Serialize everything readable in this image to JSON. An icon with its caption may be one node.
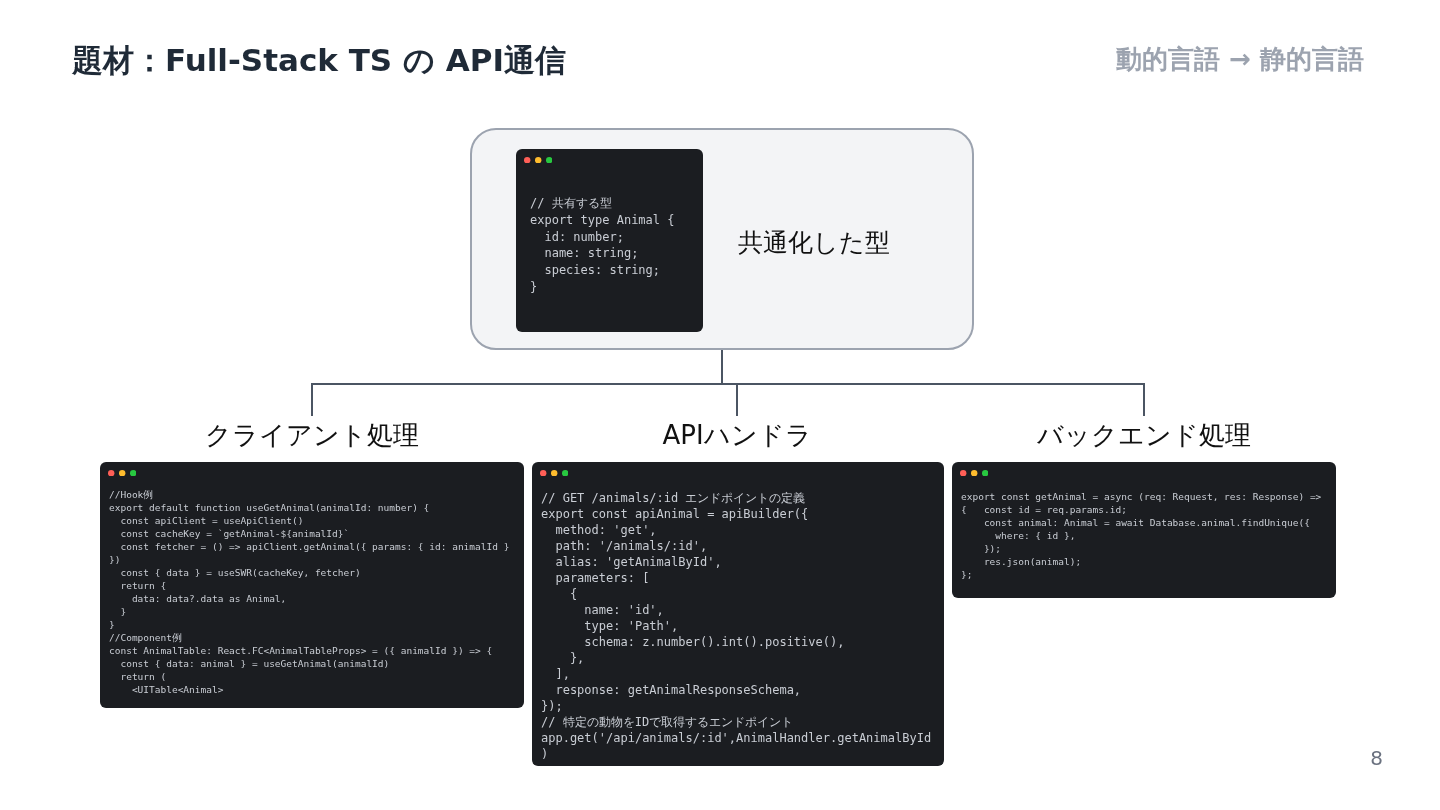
{
  "diagram": {
    "title": "題材：Full-Stack TS の API通信",
    "nodes": [
      {
        "text": [
          "共通化した型"
        ]
      },
      {
        "text": [
          "// 共有する型",
          "export type Animal {",
          "  id: number;",
          "  name: string;",
          "  species: string;",
          "}"
        ],
        "in": 0
      },
      {
        "text": [
          "クライアント処理"
        ]
      },
      {
        "text": [
          "APIハンドラ"
        ]
      },
      {
        "text": [
          "バックエンド処理"
        ]
      },
      {
        "text": [
          "//Hook例",
          "export default function useGetAnimal(animalId: number) {",
          "  const apiClient = useApiClient()",
          "  const cacheKey = `getAnimal-${animalId}`",
          "  const fetcher = () => apiClient.getAnimal({ params: { id: animalId }",
          "})",
          "  const { data } = useSWR(cacheKey, fetcher)",
          "  return {",
          "    data: data?.data as Animal,",
          "  }",
          "}",
          "//Component例",
          "const AnimalTable: React.FC<AnimalTableProps> = ({ animalId }) => {",
          "  const { data: animal } = useGetAnimal(animalId)",
          "  return (",
          "    <UITable<Animal>"
        ]
      },
      {
        "text": [
          "// GET /animals/:id エンドポイントの定義",
          "export const apiAnimal = apiBuilder({",
          "  method: 'get',",
          "  path: '/animals/:id',",
          "  alias: 'getAnimalById',",
          "  parameters: [",
          "    {",
          "      name: 'id',",
          "      type: 'Path',",
          "      schema: z.number().int().positive(),",
          "    },",
          "  ],",
          "  response: getAnimalResponseSchema,",
          "});",
          "// 特定の動物をIDで取得するエンドポイント",
          "app.get('/api/animals/:id',AnimalHandler.getAnimalById",
          ")"
        ]
      },
      {
        "text": [
          "export const getAnimal = async (req: Request, res: Response) =>",
          "{   const id = req.params.id;",
          "    const animal: Animal = await Database.animal.findUnique({",
          "      where: { id },",
          "    });",
          "    res.json(animal);",
          "};"
        ]
      }
    ],
    "edges": [
      {
        "from": 0,
        "to": 2,
        "arrow": "none"
      },
      {
        "from": 0,
        "to": 3,
        "arrow": "none"
      },
      {
        "from": 0,
        "to": 4,
        "arrow": "none"
      }
    ],
    "labels": [
      "動的言語 → 静的言語",
      "8"
    ]
  }
}
